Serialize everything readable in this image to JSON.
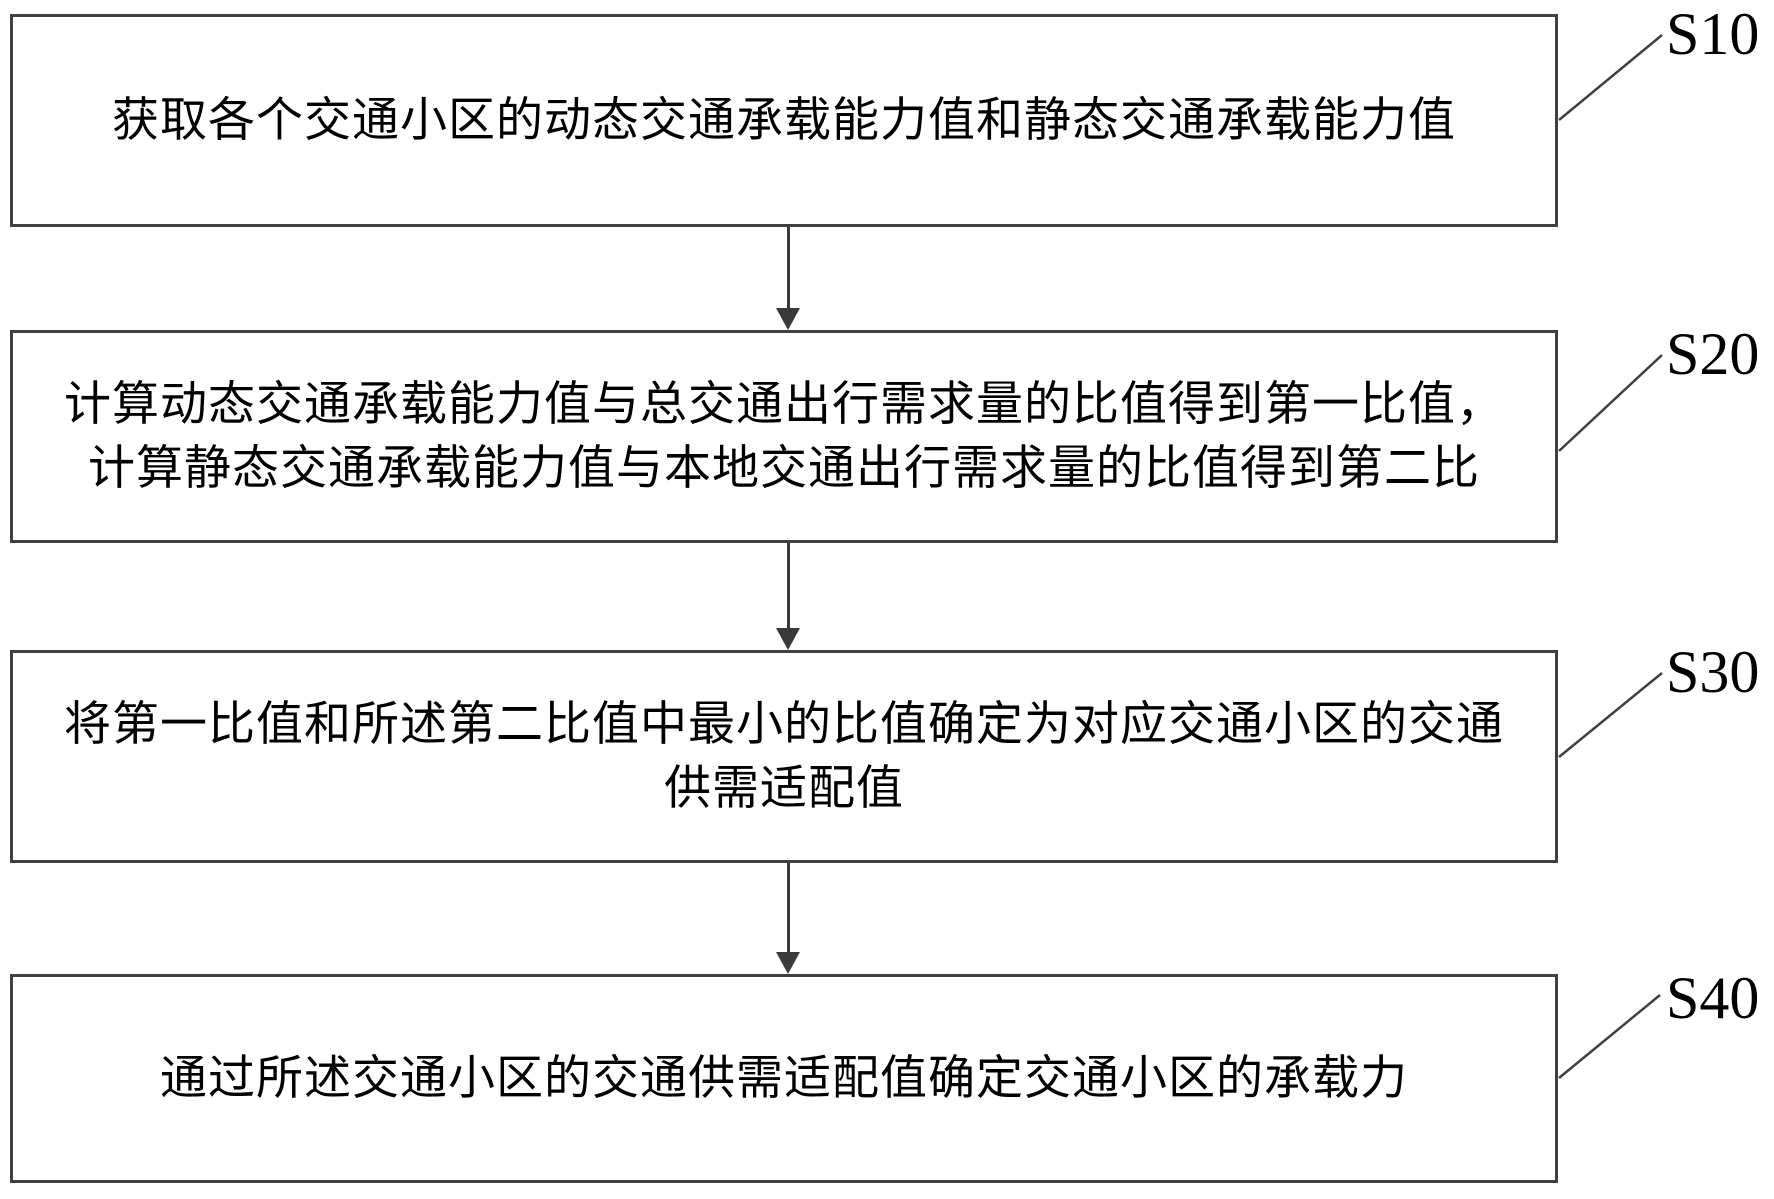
{
  "diagram": {
    "type": "flowchart",
    "background_color": "#ffffff",
    "line_color": "#404040",
    "text_color": "#000000",
    "steps": [
      {
        "label": "S10",
        "lines": [
          "获取各个交通小区的动态交通承载能力值和静态交通承载能力值"
        ]
      },
      {
        "label": "S20",
        "lines": [
          "计算动态交通承载能力值与总交通出行需求量的比值得到第一比值，",
          "计算静态交通承载能力值与本地交通出行需求量的比值得到第二比"
        ]
      },
      {
        "label": "S30",
        "lines": [
          "将第一比值和所述第二比值中最小的比值确定为对应交通小区的交通",
          "供需适配值"
        ]
      },
      {
        "label": "S40",
        "lines": [
          "通过所述交通小区的交通供需适配值确定交通小区的承载力"
        ]
      }
    ]
  }
}
